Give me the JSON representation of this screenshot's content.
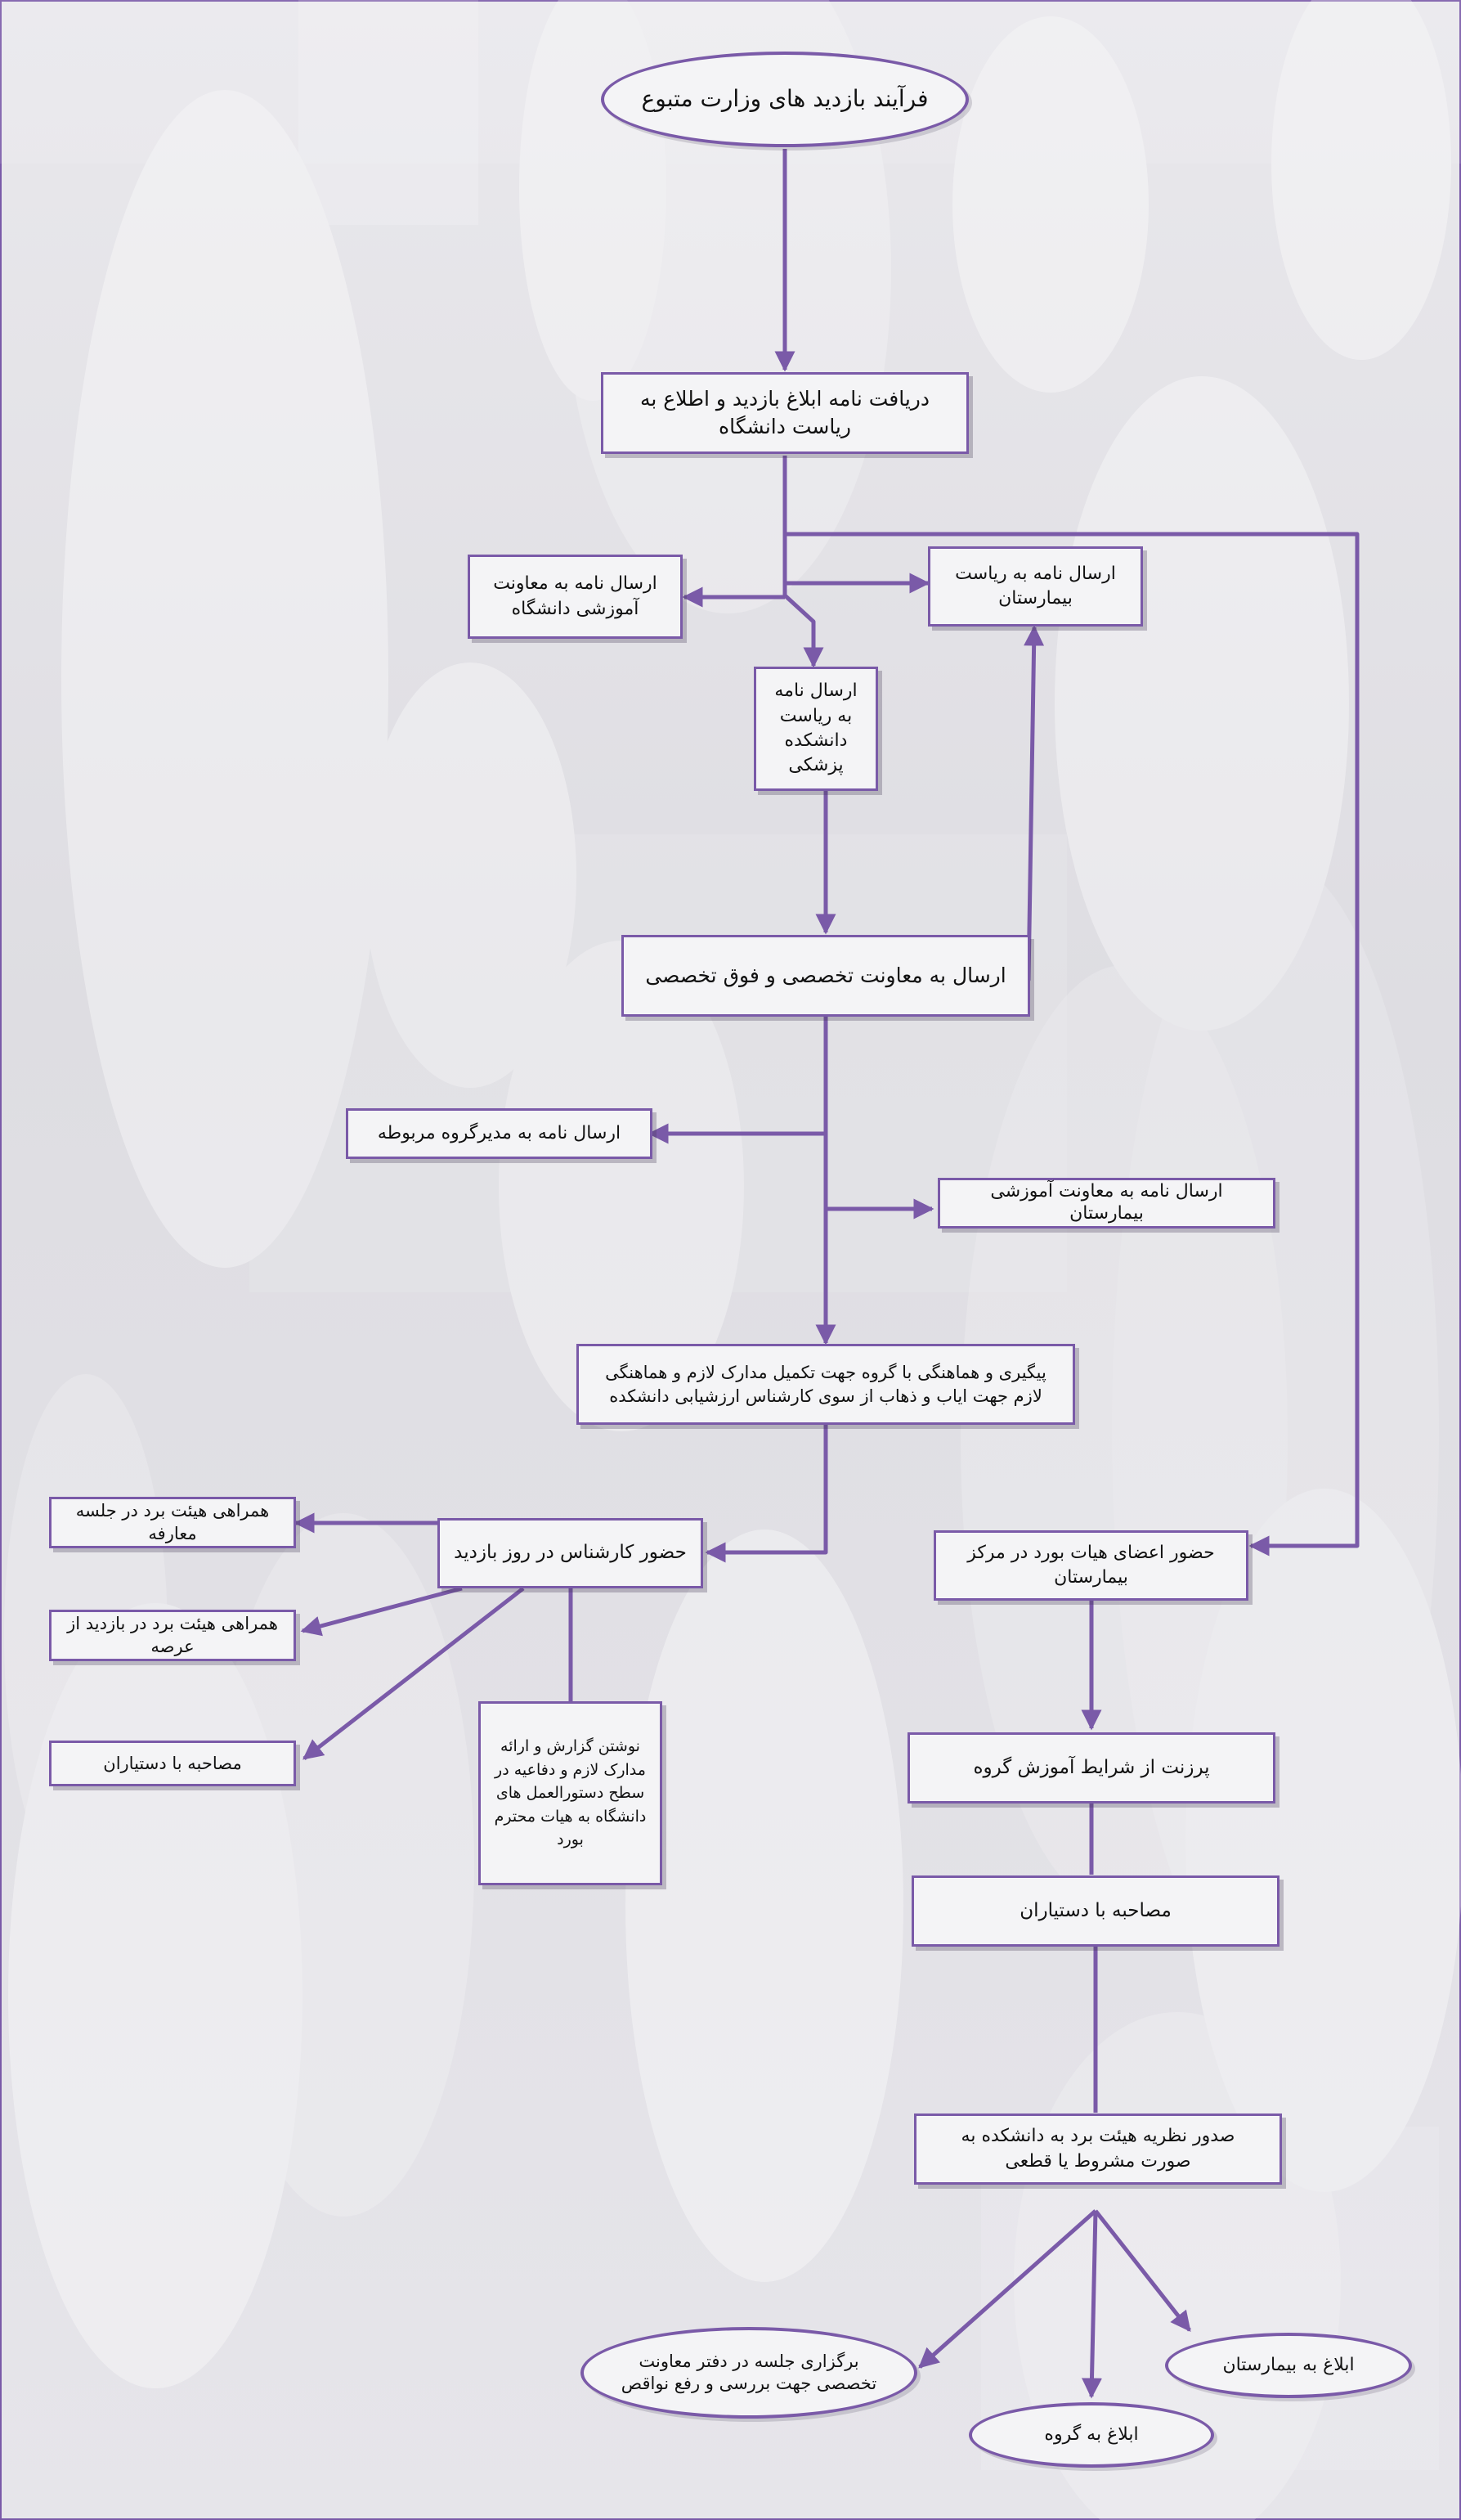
{
  "colors": {
    "accent": "#7a5aa8",
    "node_fill": "#f4f4f6",
    "text": "#111111"
  },
  "nodes": {
    "start": "فرآیند بازدید های وزارت متبوع",
    "receive_letter": "دریافت نامه ابلاغ بازدید و اطلاع به ریاست دانشگاه",
    "letter_edu_deputy": "ارسال نامه به معاونت آموزشی دانشگاه",
    "letter_hospital_head": "ارسال نامه به ریاست بیمارستان",
    "letter_medical_school": "ارسال نامه به ریاست دانشکده پزشکی",
    "specialty_deputy": "ارسال به معاونت تخصصی و فوق تخصصی",
    "letter_group_manager": "ارسال نامه به مدیرگروه مربوطه",
    "letter_hospital_edu_deputy": "ارسال نامه به معاونت آموزشی بیمارستان",
    "followup": "پیگیری و هماهنگی با گروه جهت تکمیل مدارک لازم و هماهنگی لازم جهت ایاب و ذهاب از سوی کارشناس ارزشیابی دانشکده",
    "expert_presence": "حضور کارشناس در روز بازدید",
    "board_presence": "حضور اعضای هیات بورد در مرکز بیمارستان",
    "accompany_meeting": "همراهی هیئت برد در جلسه معارفه",
    "accompany_site": "همراهی هیئت برد در بازدید از عرصه",
    "interview_left": "مصاحبه با دستیاران",
    "write_report": "نوشتن گزارش و ارائه مدارک لازم و دفاعیه در سطح دستورالعمل های دانشگاه به هیات محترم بورد",
    "presentation": "پرزنت از شرایط آموزش گروه",
    "interview_right": "مصاحبه با دستیاران",
    "board_opinion": "صدور نظریه هیئت برد به دانشکده به صورت مشروط یا قطعی",
    "meeting_office": "برگزاری جلسه در دفتر معاونت تخصصی جهت بررسی و رفع نواقص",
    "notify_group": "ابلاغ به گروه",
    "notify_hospital": "ابلاغ به بیمارستان"
  }
}
